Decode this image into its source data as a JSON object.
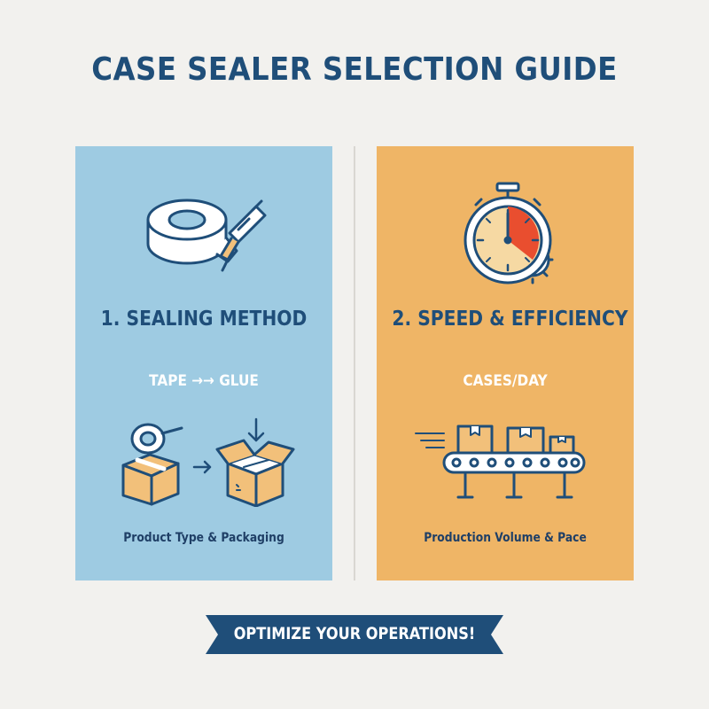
{
  "title": "CASE SEALER SELECTION GUIDE",
  "panels": [
    {
      "heading": "1. SEALING METHOD",
      "sub": "TAPE →→ GLUE",
      "caption": "Product Type & Packaging"
    },
    {
      "heading": "2. SPEED & EFFICIENCY",
      "sub": "CASES/DAY",
      "caption": "Production Volume & Pace"
    }
  ],
  "banner": {
    "label": "OPTIMIZE YOUR OPERATIONS!"
  },
  "colors": {
    "navy": "#1f4e79",
    "panel_blue": "#9ecbe2",
    "panel_orange": "#efb566",
    "box_tan": "#f2c07a",
    "accent_red": "#e94e2f",
    "background": "#f2f1ee"
  },
  "icons": {
    "panel1_top": "tape-roll-and-glue-gun-icon",
    "panel1_bottom": "taped-box-to-open-box-icon",
    "panel2_top": "stopwatch-gear-icon",
    "panel2_bottom": "conveyor-boxes-icon"
  }
}
